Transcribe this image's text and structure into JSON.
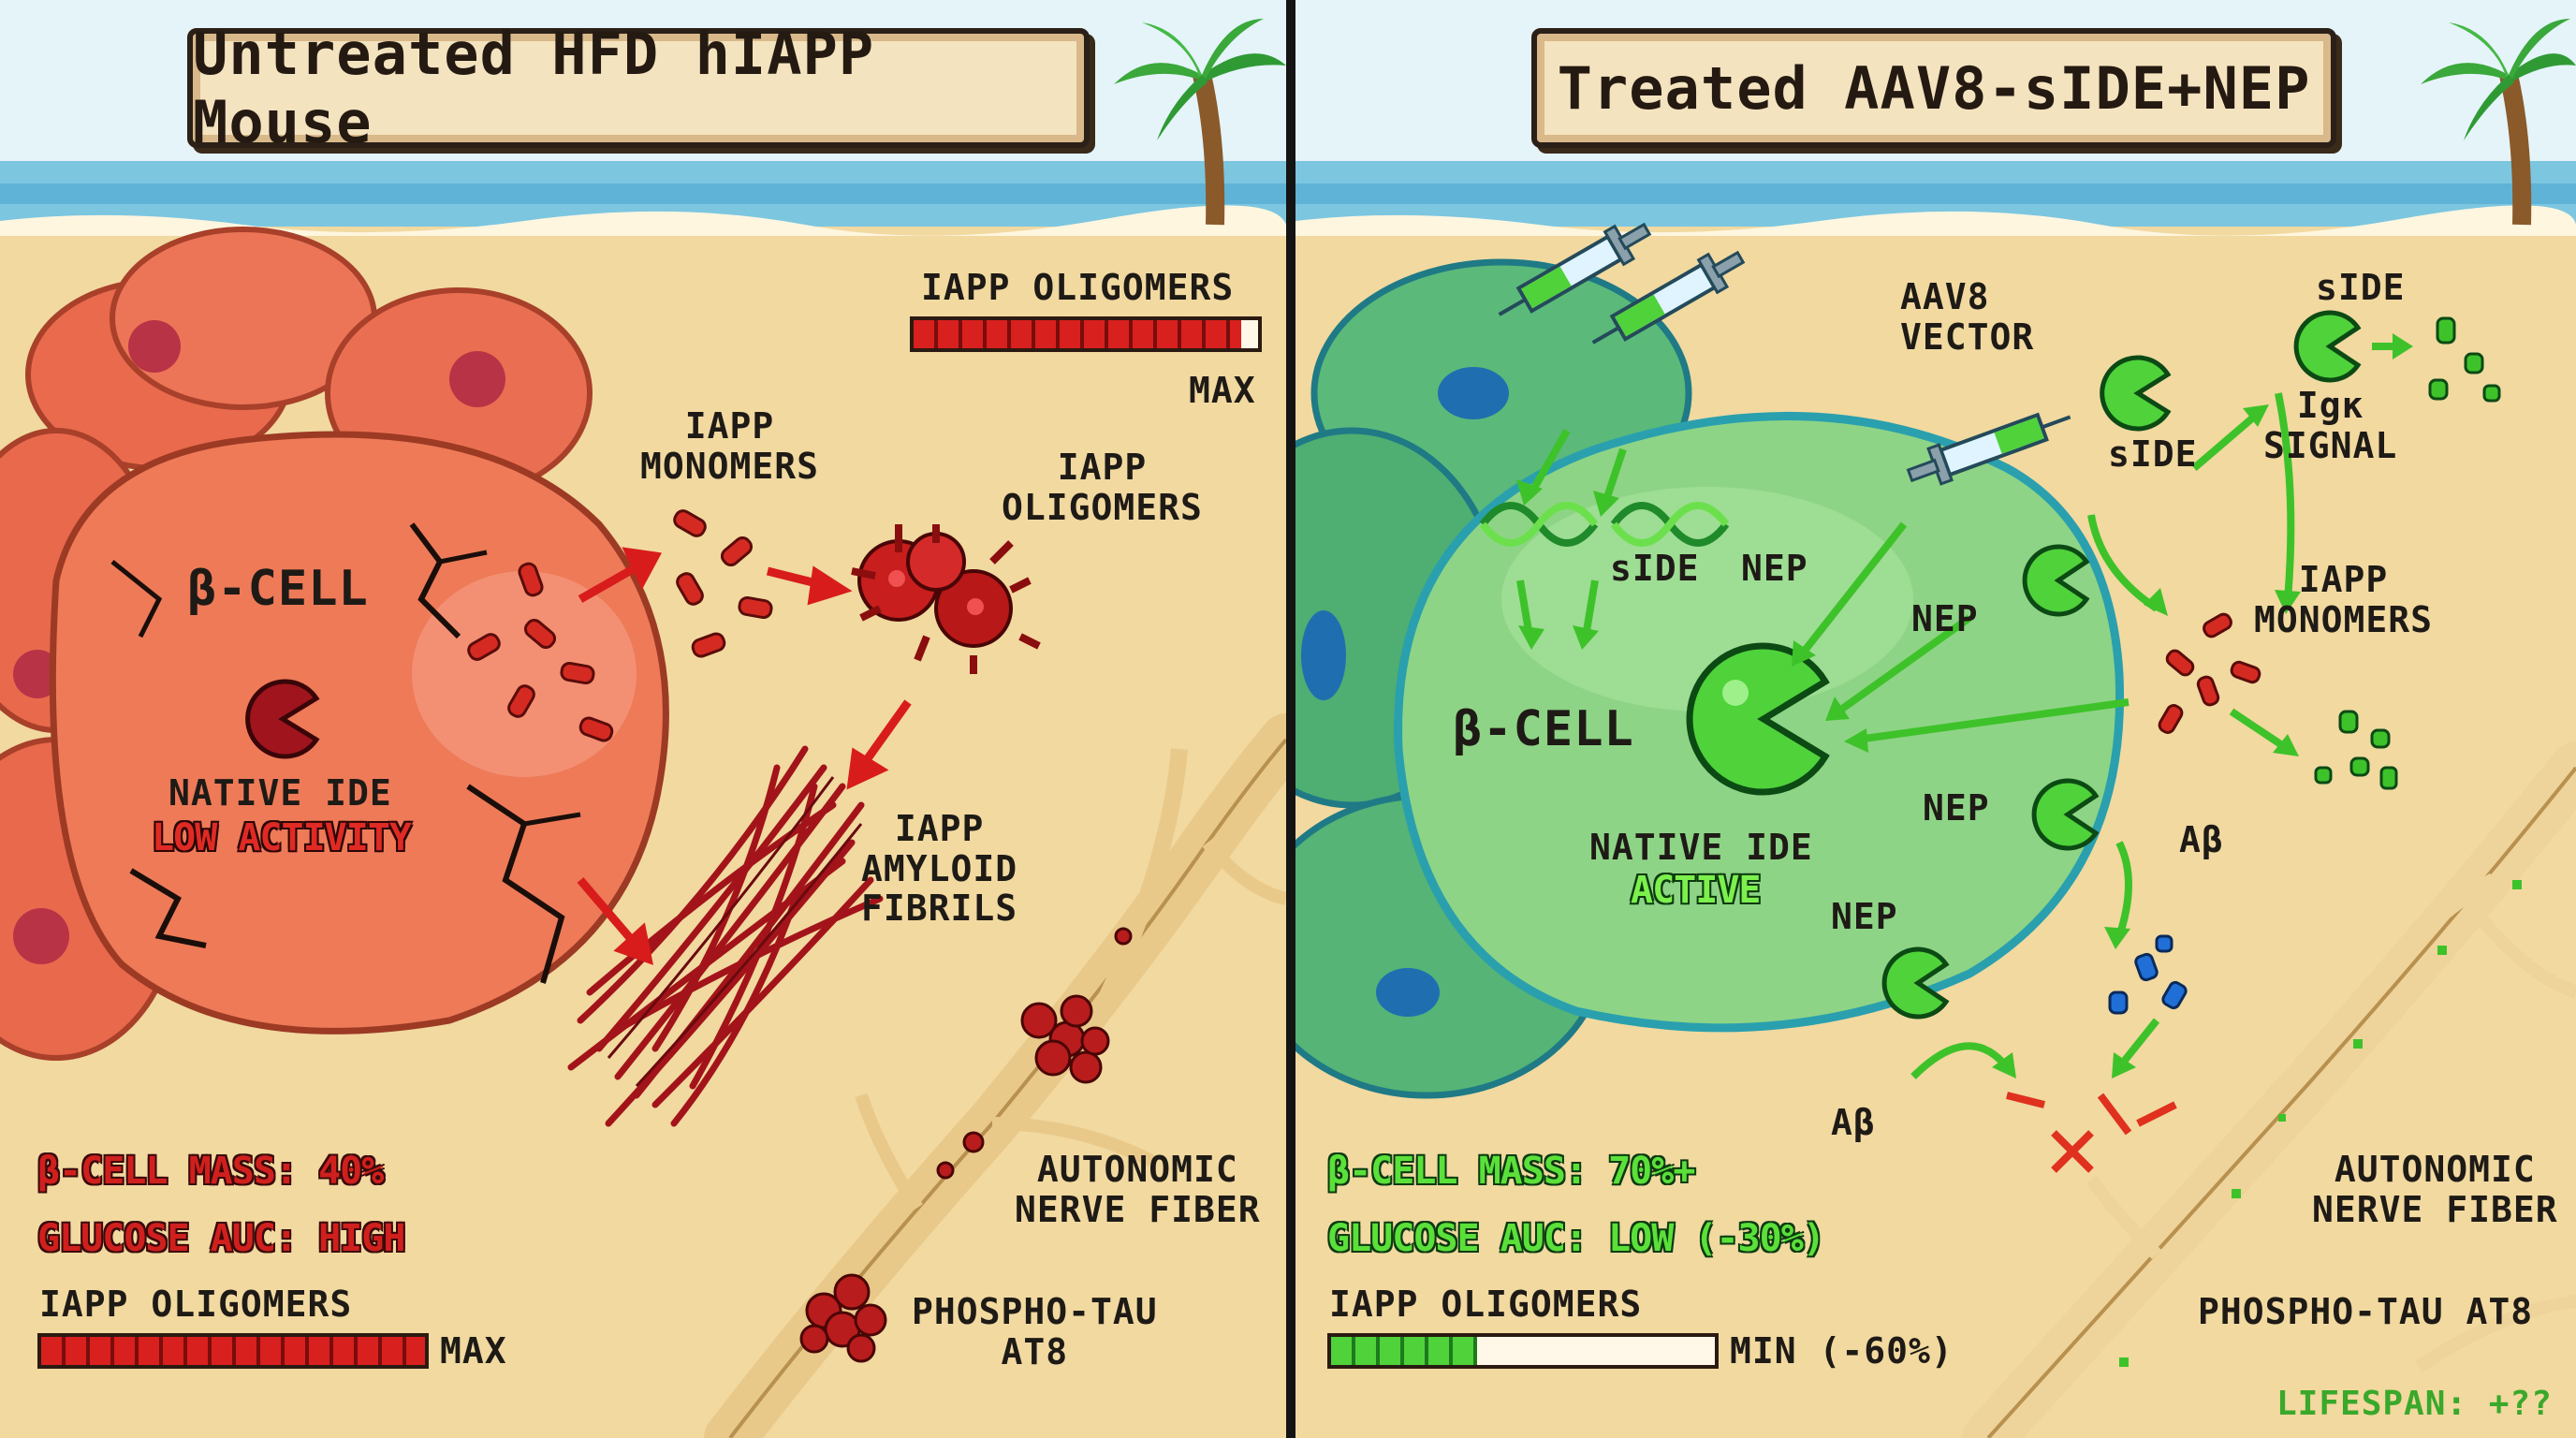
{
  "left_panel": {
    "title": "Untreated HFD hIAPP Mouse",
    "labels": {
      "beta_cell": "β-CELL",
      "native_ide": "NATIVE IDE",
      "iapp_monomers": "IAPP\nMONOMERS",
      "iapp_oligomers": "IAPP\nOLIGOMERS",
      "iapp_amyloid_fibrils": "IAPP\nAMYLOID\nFIBRILS",
      "autonomic_nerve_fiber": "AUTONOMIC\nNERVE FIBER",
      "phospho_tau": "PHOSPHO-TAU\nAT8"
    },
    "ide_status": "LOW ACTIVITY",
    "stats": {
      "beta_cell_mass": "β-CELL MASS: 40%",
      "glucose_auc": "GLUCOSE AUC: HIGH"
    },
    "top_meter": {
      "label": "IAPP OLIGOMERS",
      "value_label": "MAX",
      "level": 0.95
    },
    "bottom_meter": {
      "label": "IAPP OLIGOMERS",
      "value_label": "MAX",
      "level": 1.0
    }
  },
  "right_panel": {
    "title": "Treated AAV8-sIDE+NEP",
    "labels": {
      "aav8_vector": "AAV8\nVECTOR",
      "side_gene": "sIDE",
      "nep_gene": "NEP",
      "beta_cell": "β-CELL",
      "native_ide": "NATIVE IDE",
      "nep_1": "NEP",
      "nep_2": "NEP",
      "nep_3": "NEP",
      "side_secreted": "sIDE",
      "side_top": "sIDE",
      "igk_signal": "Igκ\nSIGNAL",
      "iapp_monomers": "IAPP\nMONOMERS",
      "abeta_1": "Aβ",
      "abeta_2": "Aβ",
      "autonomic_nerve_fiber": "AUTONOMIC\nNERVE FIBER",
      "phospho_tau": "PHOSPHO-TAU AT8",
      "lifespan": "LIFESPAN: +??"
    },
    "ide_status": "ACTIVE",
    "stats": {
      "beta_cell_mass": "β-CELL MASS: 70%+",
      "glucose_auc": "GLUCOSE AUC: LOW (-30%)"
    },
    "bottom_meter": {
      "label": "IAPP OLIGOMERS",
      "value_label": "MIN (-60%)",
      "level": 0.38
    }
  },
  "colors": {
    "sand": "#f1d9a0",
    "sea": "#7ec8e3",
    "sky": "#dff1f7",
    "untreated_red": "#d8251f",
    "treated_green": "#4fd23a",
    "cell_red": "#ef7a5a",
    "cell_green": "#8fd38a",
    "cell_teal": "#2d9aa6"
  },
  "icons": [
    "palm-tree-icon",
    "syringe-icon",
    "pacman-enzyme-icon",
    "dna-icon",
    "arrow-icon"
  ]
}
